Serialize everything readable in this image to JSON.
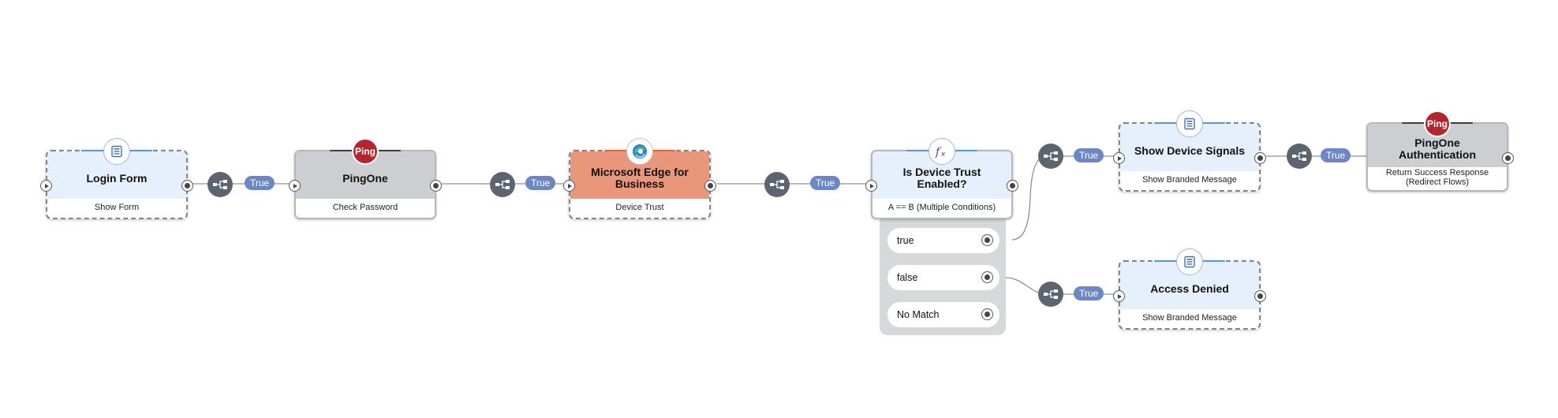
{
  "nodes": [
    {
      "title": "Login Form",
      "subtitle": "Show Form",
      "icon": "form-icon",
      "style": "blue"
    },
    {
      "title": "PingOne",
      "subtitle": "Check Password",
      "icon": "ping-logo",
      "style": "gray"
    },
    {
      "title": "Microsoft Edge for Business",
      "subtitle": "Device Trust",
      "icon": "edge-logo",
      "style": "orange"
    },
    {
      "title": "Is Device Trust Enabled?",
      "subtitle": "A == B (Multiple Conditions)",
      "icon": "function-icon",
      "style": "blue"
    },
    {
      "title": "Show Device Signals",
      "subtitle": "Show Branded Message",
      "icon": "form-icon",
      "style": "blue"
    },
    {
      "title": "PingOne Authentication",
      "subtitle": "Return Success Response (Redirect Flows)",
      "icon": "ping-logo",
      "style": "gray"
    },
    {
      "title": "Access Denied",
      "subtitle": "Show Branded Message",
      "icon": "form-icon",
      "style": "blue"
    }
  ],
  "logo_text": "Ping",
  "connector_label": "True",
  "condition_outcomes": [
    "true",
    "false",
    "No Match"
  ],
  "colors": {
    "node_blue": "#e6f0fc",
    "node_gray": "#ccced2",
    "node_orange": "#ea967a",
    "pill": "#6c87c4",
    "ping_red": "#b3262e"
  }
}
